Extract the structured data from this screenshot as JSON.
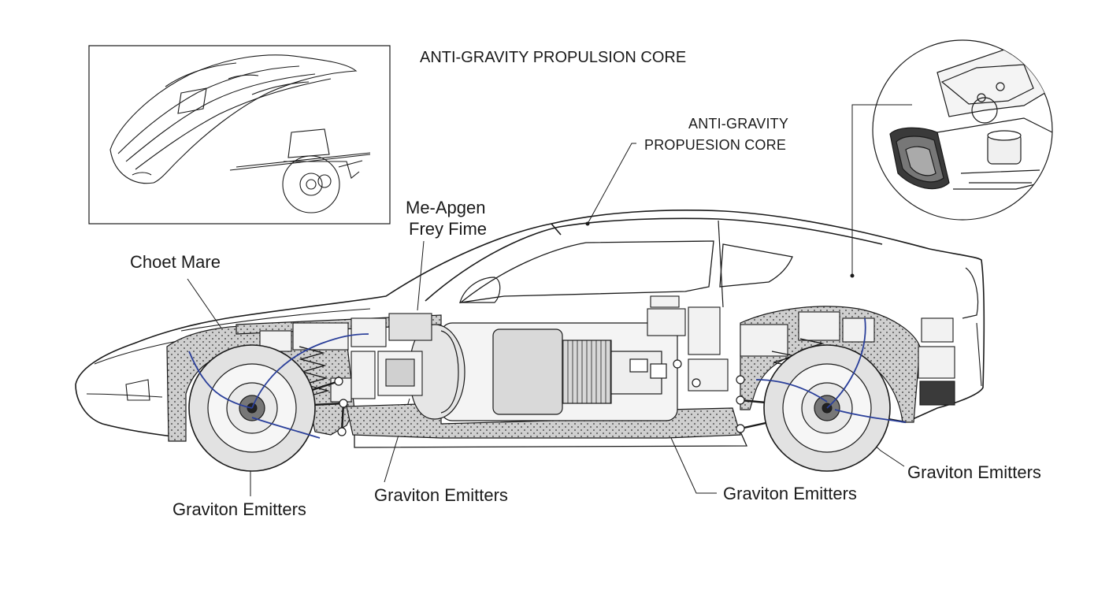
{
  "labels": {
    "top_title": "ANTI-GRAVITY PROPULSION CORE",
    "core_line1": "ANTI-GRAVITY",
    "core_line2": "PROPUESION CORE",
    "frame_line1": "Me-Apgen",
    "frame_line2": "Frey Fime",
    "chassis": "Choet Mare",
    "emitters_front": "Graviton Emitters",
    "emitters_mid": "Graviton Emitters",
    "emitters_rear_low": "Graviton Emitters",
    "emitters_rear": "Graviton Emitters"
  },
  "colors": {
    "line": "#1a1a1a",
    "wiring": "#2a3f9a",
    "panel_fill": "#e8e8e8",
    "tire_fill": "#e2e2e2",
    "background": "#ffffff"
  }
}
